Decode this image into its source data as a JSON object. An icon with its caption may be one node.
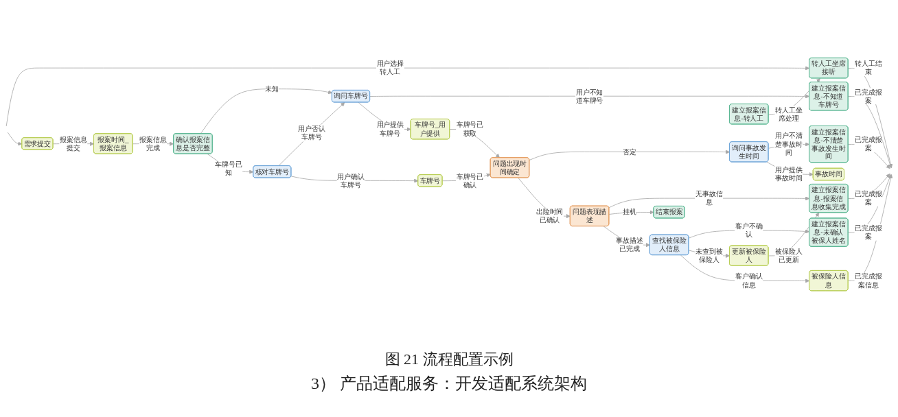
{
  "diagram": {
    "caption": "图 21 流程配置示例",
    "nodes": [
      {
        "text": [
          "核对车牌号"
        ]
      },
      {
        "text": [
          "车牌号"
        ]
      },
      {
        "text": [
          "需求提交"
        ]
      },
      {
        "text": [
          "报案时间_报案信息"
        ]
      },
      {
        "text": [
          "确认报案信息是否完整"
        ]
      },
      {
        "text": [
          "询问车牌号"
        ]
      },
      {
        "text": [
          "车牌号_用户提供"
        ]
      },
      {
        "text": [
          "问题出现时间确定"
        ]
      },
      {
        "text": [
          "问题表现描述"
        ]
      },
      {
        "text": [
          "查找被保险人信息"
        ]
      },
      {
        "text": [
          "被保险人信息"
        ]
      },
      {
        "text": [
          "事故时间"
        ]
      },
      {
        "text": [
          "更新被保险人"
        ]
      },
      {
        "text": [
          "建立报案信息-未确认被保人姓名"
        ]
      },
      {
        "text": [
          "询问事故发生时间"
        ]
      },
      {
        "text": [
          "结束报案"
        ]
      },
      {
        "text": [
          "建立报案信息-不清楚事故发生时间"
        ]
      },
      {
        "text": [
          "建立报案信息-不知道车牌号"
        ]
      },
      {
        "text": [
          "建立报案信息-转人工"
        ]
      },
      {
        "text": [
          "转人工坐席接听"
        ]
      },
      {
        "text": [
          "建立报案信息-报案信息收集完成"
        ]
      }
    ],
    "edges": [
      {
        "from": null,
        "to": 2,
        "arrow": "to"
      },
      {
        "from": 2,
        "to": 3,
        "label": "报案信息提交",
        "arrow": "to"
      },
      {
        "from": 3,
        "to": 4,
        "label": "报案信息完成",
        "arrow": "to"
      },
      {
        "from": 4,
        "to": 0,
        "label": "车牌号已知",
        "arrow": "to"
      },
      {
        "from": 4,
        "to": 5,
        "label": "未知",
        "arrow": "to"
      },
      {
        "from": 0,
        "to": 1,
        "label": "用户确认车牌号",
        "arrow": "to"
      },
      {
        "from": 0,
        "to": 5,
        "label": "用户否认车牌号",
        "arrow": "to"
      },
      {
        "from": 1,
        "to": 7,
        "label": "车牌号已确认",
        "arrow": "to"
      },
      {
        "from": 5,
        "to": 6,
        "label": "用户提供车牌号",
        "arrow": "to"
      },
      {
        "from": 5,
        "to": 17,
        "label": "用户不知道车牌号",
        "arrow": "to"
      },
      {
        "from": 6,
        "to": 7,
        "label": "车牌号已获取",
        "arrow": "to"
      },
      {
        "from": 7,
        "to": 8,
        "label": "出险时间已确认",
        "arrow": "to"
      },
      {
        "from": 7,
        "to": 14,
        "label": "否定",
        "arrow": "to"
      },
      {
        "from": 14,
        "to": 11,
        "label": "用户提供事故时间",
        "arrow": "to"
      },
      {
        "from": 14,
        "to": 16,
        "label": "用户不清楚事故时间",
        "arrow": "to"
      },
      {
        "from": 8,
        "to": 9,
        "label": "事故描述已完成",
        "arrow": "to"
      },
      {
        "from": 8,
        "to": 15,
        "label": "挂机",
        "arrow": "to"
      },
      {
        "from": 8,
        "to": 20,
        "label": "无事故信息",
        "arrow": "to"
      },
      {
        "from": 9,
        "to": 10,
        "label": "客户确认信息",
        "arrow": "to"
      },
      {
        "from": 9,
        "to": 12,
        "label": "未查到被保险人",
        "arrow": "to"
      },
      {
        "from": 9,
        "to": 13,
        "label": "客户不确认",
        "arrow": "to"
      },
      {
        "from": 12,
        "to": 20,
        "label": "被保险人已更新",
        "arrow": "to"
      },
      {
        "from": 10,
        "to": null,
        "label": "已完成报案信息",
        "arrow": "to"
      },
      {
        "from": 13,
        "to": null,
        "label": "已完成报案",
        "arrow": "to"
      },
      {
        "from": 16,
        "to": null,
        "label": "已完成报案",
        "arrow": "to"
      },
      {
        "from": 17,
        "to": null,
        "label": "已完成报案",
        "arrow": "to"
      },
      {
        "from": 18,
        "to": 19,
        "label": "转人工坐席处理",
        "arrow": "to"
      },
      {
        "from": null,
        "to": 19,
        "label": "用户选择转人工",
        "arrow": "to"
      },
      {
        "from": 19,
        "to": null,
        "label": "转人工结束",
        "arrow": "to"
      },
      {
        "from": 20,
        "to": null,
        "label": "已完成报案",
        "arrow": "to"
      }
    ],
    "labels": [
      "3） 产品适配服务：开发适配系统架构"
    ]
  }
}
